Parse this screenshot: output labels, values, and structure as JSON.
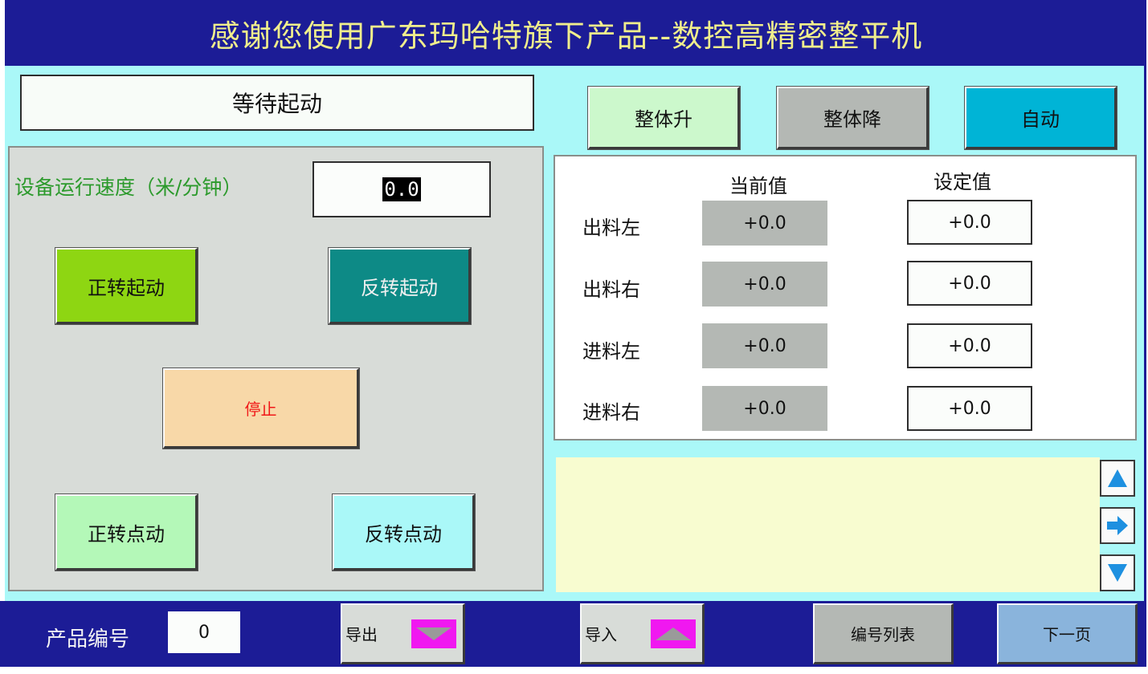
{
  "header": {
    "title": "感谢您使用广东玛哈特旗下产品--数控高精密整平机"
  },
  "status": {
    "text": "等待起动"
  },
  "speed": {
    "label": "设备运行速度（米/分钟）",
    "value": "0.0"
  },
  "buttons": {
    "forward_start": "正转起动",
    "reverse_start": "反转起动",
    "stop": "停止",
    "forward_jog": "正转点动",
    "reverse_jog": "反转点动",
    "lift_all": "整体升",
    "lower_all": "整体降",
    "auto": "自动"
  },
  "values_table": {
    "current_header": "当前值",
    "set_header": "设定值",
    "rows": [
      {
        "label": "出料左",
        "current": "+0.0",
        "set": "+0.0"
      },
      {
        "label": "出料右",
        "current": "+0.0",
        "set": "+0.0"
      },
      {
        "label": "进料左",
        "current": "+0.0",
        "set": "+0.0"
      },
      {
        "label": "进料右",
        "current": "+0.0",
        "set": "+0.0"
      }
    ]
  },
  "scroll_icons": [
    "arrow-up-icon",
    "arrow-right-icon",
    "arrow-down-icon"
  ],
  "footer": {
    "product_label": "产品编号",
    "product_value": "0",
    "export_label": "导出",
    "import_label": "导入",
    "list_label": "编号列表",
    "next_label": "下一页"
  },
  "colors": {
    "header_bg": "#1c1c96",
    "header_text": "#f0ee8c",
    "screen_bg": "#aaf8f8",
    "forward_start": "#8ed612",
    "reverse_start": "#0d8a86",
    "stop": "#f8d8a8",
    "stop_text": "#f01818",
    "auto": "#00b4d6",
    "speed_label": "#2c9a2c"
  }
}
